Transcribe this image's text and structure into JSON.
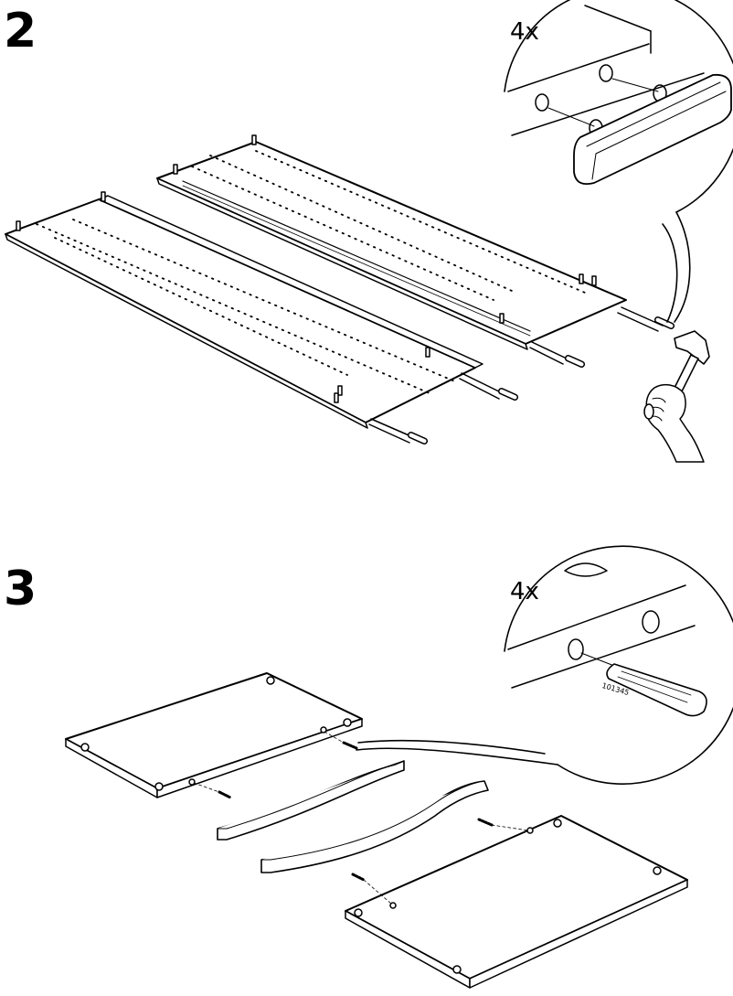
{
  "steps": [
    {
      "number": "2",
      "quantity": "4x"
    },
    {
      "number": "3",
      "quantity": "4x",
      "part_number": "101345"
    }
  ]
}
